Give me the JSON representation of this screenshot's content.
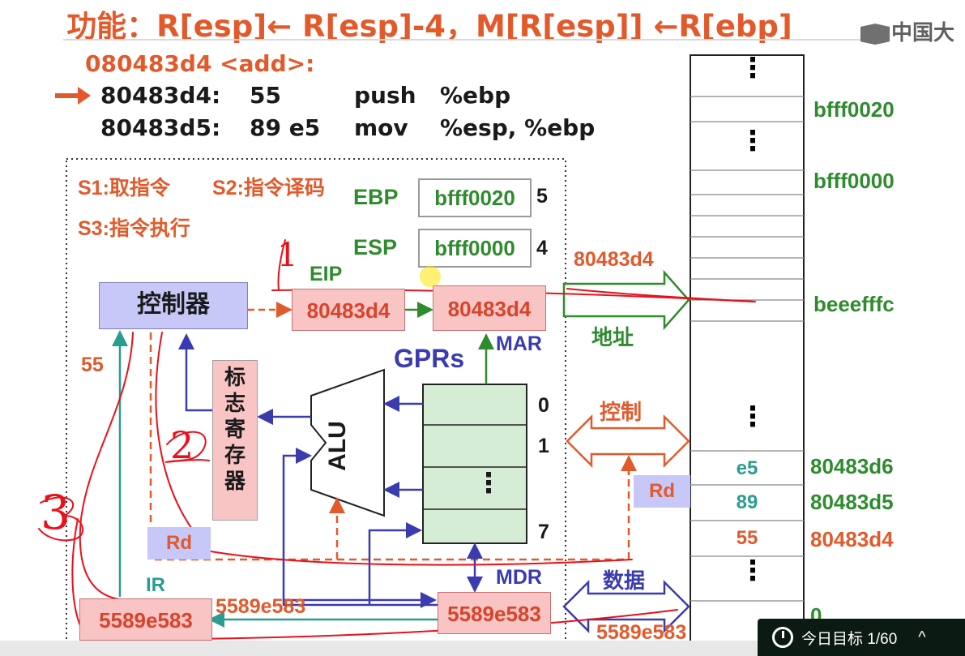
{
  "title": "功能：R[esp]← R[esp]-4，M[R[esp]] ←R[ebp]",
  "logo_text": "中国大",
  "code": {
    "func_label": "080483d4 <add>:",
    "lines": [
      {
        "addr": "80483d4:",
        "bytes": "55",
        "mnemonic": "push",
        "operand": "%ebp"
      },
      {
        "addr": "80483d5:",
        "bytes": "89 e5",
        "mnemonic": "mov",
        "operand": "%esp, %ebp"
      }
    ]
  },
  "stages": {
    "s1": "S1:取指令",
    "s2": "S2:指令译码",
    "s3": "S3:指令执行"
  },
  "registers": {
    "ebp_label": "EBP",
    "ebp_value": "bfff0020",
    "ebp_index": "5",
    "esp_label": "ESP",
    "esp_value": "bfff0000",
    "esp_index": "4",
    "eip_label": "EIP",
    "eip_value": "80483d4",
    "mar_value": "80483d4",
    "mar_label": "MAR"
  },
  "cpu": {
    "controller": "控制器",
    "flags": [
      "标",
      "志",
      "寄",
      "存",
      "器"
    ],
    "alu": "ALU",
    "gprs": "GPRs",
    "gpr_indices": [
      "0",
      "1",
      "7"
    ],
    "gpr_dots": "⋮",
    "ir_label": "IR",
    "ir_value": "5589e583",
    "mdr_label": "MDR",
    "mdr_value": "5589e583",
    "bus_value": "5589e583",
    "ir_input": "55",
    "rd_label": "Rd"
  },
  "bus": {
    "address_value": "80483d4",
    "address_label": "地址",
    "control_label": "控制",
    "data_label": "数据",
    "data_value": "5589e583",
    "rd_label": "Rd"
  },
  "memory": {
    "labels": [
      {
        "text": "bfff0020",
        "color": "#2e8b2e"
      },
      {
        "text": "bfff0000",
        "color": "#2e8b2e"
      },
      {
        "text": "beeefffc",
        "color": "#2e8b2e"
      },
      {
        "text": "80483d6",
        "color": "#2e8b2e"
      },
      {
        "text": "80483d5",
        "color": "#2e8b2e"
      },
      {
        "text": "80483d4",
        "color": "#e25a2b"
      },
      {
        "text": "0",
        "color": "#2e8b2e"
      }
    ],
    "cells": [
      {
        "text": "e5",
        "color": "#2a9d8f"
      },
      {
        "text": "89",
        "color": "#2a9d8f"
      },
      {
        "text": "55",
        "color": "#e25a2b"
      }
    ],
    "dots": "⋮"
  },
  "annotations": {
    "mark1": "1",
    "mark2": "2",
    "mark3": "3"
  },
  "goal_bar": {
    "text": "今日目标 1/60",
    "caret": "^"
  },
  "colors": {
    "title": "#e25a2b",
    "green": "#2e8b2e",
    "blue": "#3b3bb0",
    "teal": "#2a9d8f",
    "ink_red": "#e8101a"
  }
}
